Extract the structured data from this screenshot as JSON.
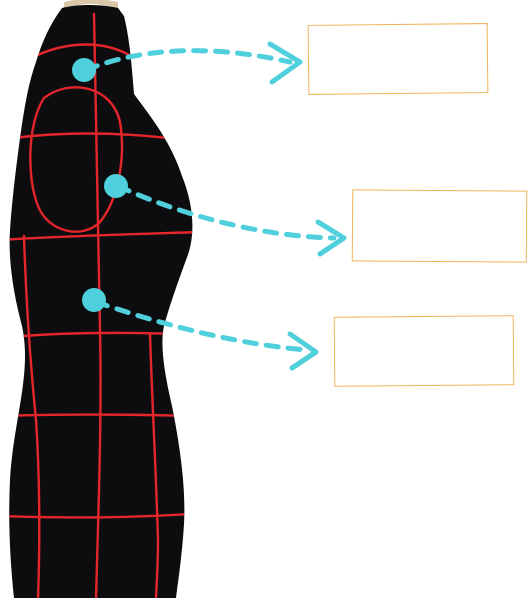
{
  "colors": {
    "dress_form_body": "#0d0d0f",
    "tape_lines": "#e4262c",
    "pointer_markers": "#4fd0dc",
    "answer_box_border": "#f0b35a",
    "background": "#ffffff",
    "neck_cap": "#d9c7a8"
  },
  "pointers": [
    {
      "id": "pointer-1",
      "icon": "dot-marker",
      "answer_label": ""
    },
    {
      "id": "pointer-2",
      "icon": "dot-marker",
      "answer_label": ""
    },
    {
      "id": "pointer-3",
      "icon": "dot-marker",
      "answer_label": ""
    }
  ]
}
